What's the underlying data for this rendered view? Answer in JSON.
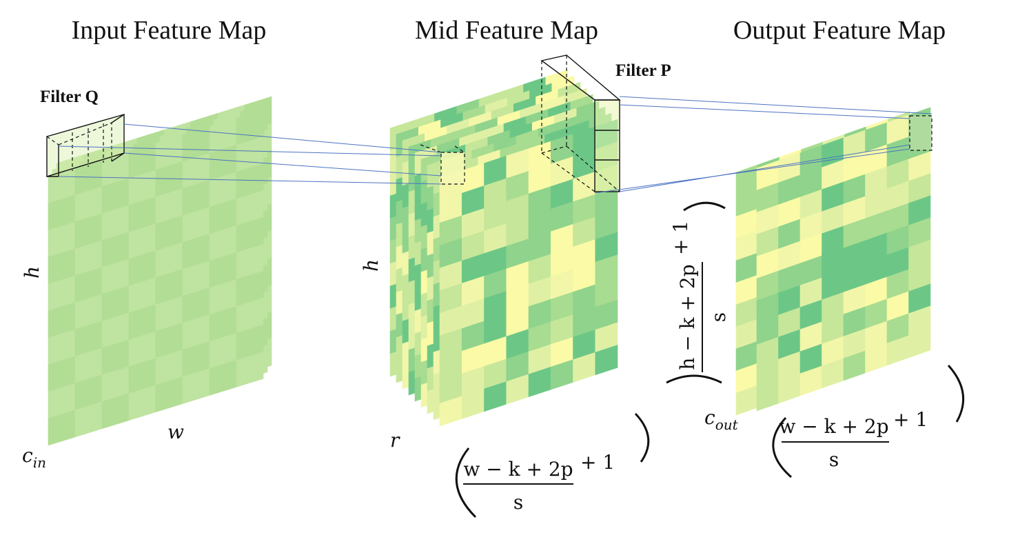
{
  "titles": {
    "input": "Input Feature Map",
    "mid": "Mid Feature Map",
    "output": "Output Feature Map"
  },
  "filters": {
    "q": "Filter Q",
    "p": "Filter P"
  },
  "labels": {
    "input_height": "h",
    "input_width": "w",
    "input_channels": "c",
    "input_channels_sub": "in",
    "mid_height": "h",
    "mid_channels": "r",
    "output_channels": "c",
    "output_channels_sub": "out"
  },
  "formulas": {
    "mid_width": {
      "numerator": "w − k + 2p",
      "denominator": "s",
      "tail": "+ 1"
    },
    "output_height": {
      "numerator": "h − k + 2p",
      "denominator": "s",
      "tail": "+ 1"
    },
    "output_width": {
      "numerator": "w − k + 2p",
      "denominator": "s",
      "tail": "+ 1"
    }
  },
  "colors": {
    "input_a": "#bfe3a0",
    "input_b": "#b2dd94",
    "palette": [
      "#6cc787",
      "#8fd38c",
      "#a8dc90",
      "#c6e69a",
      "#dff0a4",
      "#f2f6a8",
      "#fbfaa6"
    ],
    "connector": "#4a72c4"
  }
}
